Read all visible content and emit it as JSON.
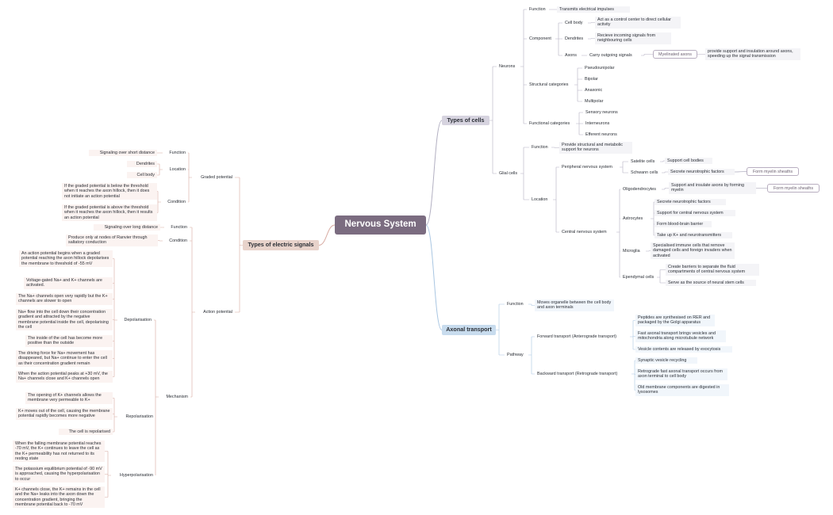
{
  "root": "Nervous System",
  "main": {
    "cells": "Types of cells",
    "axonal": "Axonal transport",
    "signals": "Types of electric signals"
  },
  "cells": {
    "neurons": {
      "label": "Neurons",
      "function": {
        "label": "Function",
        "text": "Transmits electrical impulses"
      },
      "component": {
        "label": "Component",
        "cell_body": {
          "label": "Cell body",
          "text": "Act as a control center to direct cellular activity"
        },
        "dendrites": {
          "label": "Dendrites",
          "text": "Recieve incoming signals from neighbouring cells"
        },
        "axons": {
          "label": "Axons",
          "text": "Carry outgoing signals",
          "myelin": "Myelinated axons",
          "myelin_text": "provide support and insulation around axons, speeding up the signal transmission"
        }
      },
      "structural": {
        "label": "Structural categories",
        "items": [
          "Pseudounipolar",
          "Bipolar",
          "Anaxonic",
          "Multipolar"
        ]
      },
      "functional": {
        "label": "Functional categories",
        "items": [
          "Sensory neurons",
          "Interneurons",
          "Efferent neurons"
        ]
      }
    },
    "glial": {
      "label": "Glial cells",
      "function": {
        "label": "Function",
        "text": "Provide structural and metabolic support for neurons"
      },
      "location": {
        "label": "Location",
        "pns": {
          "label": "Peripheral nervous system",
          "satellite": {
            "label": "Satelite cells",
            "text": "Support cell bodies"
          },
          "schwann": {
            "label": "Schwann cells",
            "text": "Secrete neurotrophic factors",
            "extra": "Form myelin sheaths"
          }
        },
        "cns": {
          "label": "Central nervous system",
          "oligo": {
            "label": "Oligodendrocytes",
            "text": "Support and insulate axons by forming myelin",
            "extra": "Form myelin sheaths"
          },
          "astro": {
            "label": "Astrocytes",
            "items": [
              "Secrete neurotrophic factors",
              "Support for central nervous system",
              "Form blood-brain barrier",
              "Take up K+ and neurotransmitters"
            ]
          },
          "micro": {
            "label": "Microglia",
            "text": "Specialised immune cells that remove damaged cells and foreign invaders when activated"
          },
          "epend": {
            "label": "Ependymal cells",
            "items": [
              "Create barriers to separate the fluid compartments of central nervous system",
              "Serve as the source of neural stem cells"
            ]
          }
        }
      }
    }
  },
  "axonal": {
    "function": {
      "label": "Function",
      "text": "Moves organelle between the cell body and axon terminals"
    },
    "pathway": {
      "label": "Pathway",
      "forward": {
        "label": "Forward transport (Anterograde transport)",
        "items": [
          "Peptides are synthesised on RER and packaged by the Golgi apparatus",
          "Fast axonal transport brings vesicles and mitochondria along microtubule network",
          "Vesicle contents are released by exocytosis"
        ]
      },
      "backward": {
        "label": "Backward transport (Retrograde transport)",
        "items": [
          "Synaptic vesicle recycling",
          "Retrograde fast axonal transport occurs from axon terminal to cell body",
          "Old membrane components are digested in lysosomes"
        ]
      }
    }
  },
  "signals": {
    "graded": {
      "label": "Graded potential",
      "function": {
        "label": "Function",
        "text": "Signaling over short distance"
      },
      "location": {
        "label": "Location",
        "items": [
          "Dendrites",
          "Cell body"
        ]
      },
      "condition": {
        "label": "Condition",
        "items": [
          "If the graded potential is below the threshold when it reaches the axon hillock, then it does not initiate an action potential",
          "If the graded potential is above the threshold when it reaches the axon hillock, then it results an action potential"
        ]
      }
    },
    "action": {
      "label": "Action potential",
      "function": {
        "label": "Function",
        "text": "Signaling over long distance"
      },
      "condition": {
        "label": "Condition",
        "text": "Produce only at nodes of Ranvier through saltatory conduction"
      },
      "mechanism": {
        "label": "Mechanism",
        "depol": {
          "label": "Depolarisation",
          "items": [
            "An action potential begins when a graded potential reaching the axon hillock depolarises the membrane to threshold of -55 mV",
            "Voltage-gated Na+ and K+ channels are activated.",
            "The Na+ channels open very rapidly but the K+ channels are slower to open",
            "Na+ flow into the cell down their concentration gradient and attracted by the negative membrane potential inside the cell, depolarising the cell",
            "The inside of the cell has become more positive than the outside",
            "The driving force for Na+ movement has disappeared, but Na+ continue to enter the cell as their concentration gradient remain",
            "When the action potential peaks at +30 mV, the Na+ channels close and K+ channels open"
          ]
        },
        "repol": {
          "label": "Repolarisation",
          "items": [
            "The opening of K+ channels allows the membrane very permeable to K+",
            "K+ moves out of the cell, causing the membrane potential rapidly becomes more negative",
            "The cell is repolarised"
          ]
        },
        "hyper": {
          "label": "Hyperpolarisation",
          "items": [
            "When the falling membrane potential reaches -70 mV, the K+ continues to leave the cell as the K+ permeability has not returned to its resting state",
            "The potassium equilibrium potential of -90 mV is approached, causing the hyperpolarisation to occur",
            "K+ channels close, the K+ remains in the cell and the Na+ leaks into the axon down the concentration gradient, bringing the membrane potential back to -70 mV"
          ]
        }
      }
    }
  },
  "colors": {
    "cells_line": "#b3b0c2",
    "axon_line": "#a9c6e2",
    "signal_line": "#d7a9a0",
    "root_fill": "#7b6c80"
  }
}
